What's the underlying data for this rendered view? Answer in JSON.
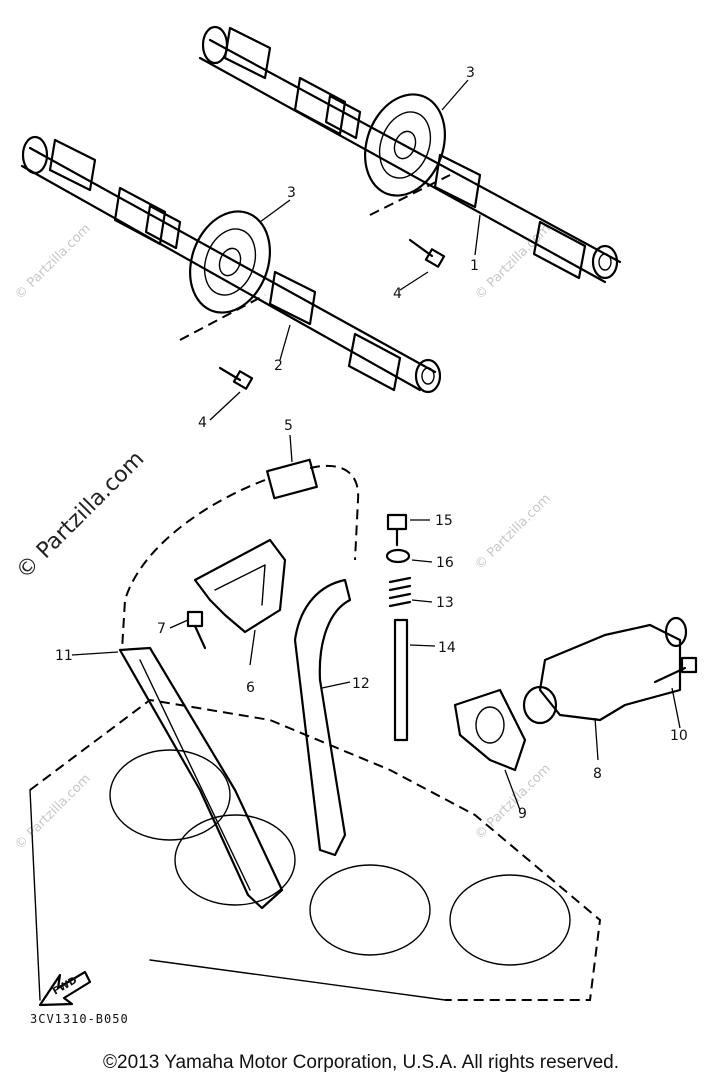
{
  "diagram": {
    "callouts": [
      "1",
      "2",
      "3",
      "3",
      "4",
      "4",
      "5",
      "6",
      "7",
      "8",
      "9",
      "10",
      "11",
      "12",
      "13",
      "14",
      "15",
      "16"
    ],
    "fwd_label": "FWD",
    "part_code": "3CV1310-B050",
    "watermark": "© Partzilla.com",
    "copyright": "©2013  Yamaha Motor Corporation, U.S.A. All rights reserved."
  }
}
